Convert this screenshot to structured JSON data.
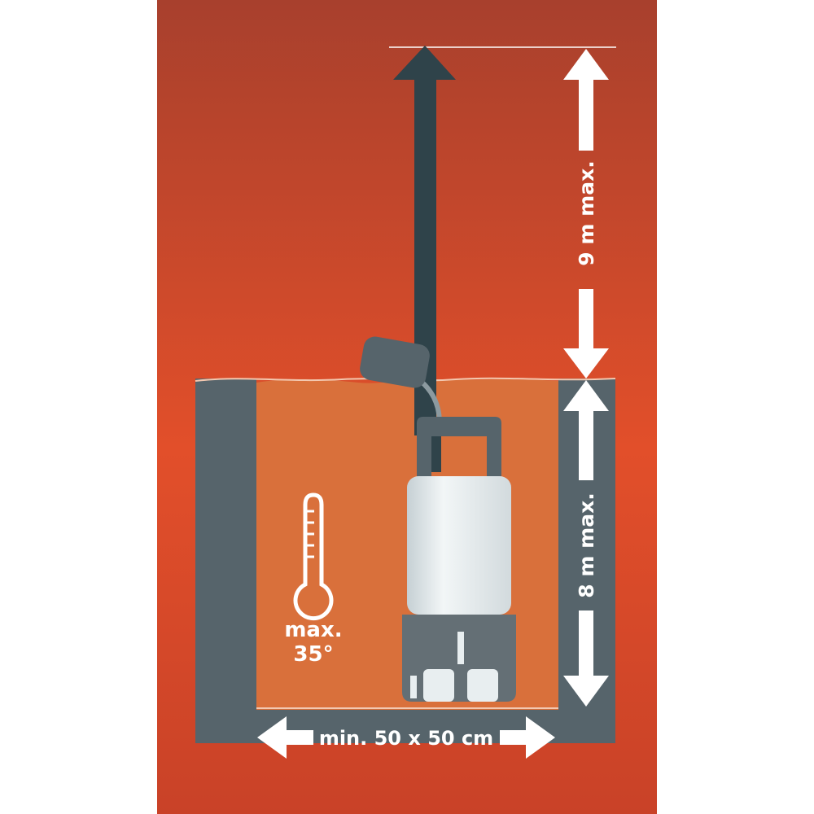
{
  "labels": {
    "lift_height": "9 m max.",
    "immersion_depth": "8 m max.",
    "temperature_line1": "max.",
    "temperature_line2": "35°",
    "shaft_size": "min. 50 x 50 cm"
  },
  "colors": {
    "background_top": "#a8402d",
    "background_mid": "#e14f2a",
    "background_bottom": "#c84228",
    "water": "#d9703b",
    "shaft_wall": "#56646b",
    "hose": "#2f434a",
    "pump_body": "#e8eef0",
    "pump_base": "#646f75",
    "arrow": "#ffffff"
  },
  "icons": [
    "thermometer-icon",
    "float-switch-icon",
    "submersible-pump-icon"
  ]
}
